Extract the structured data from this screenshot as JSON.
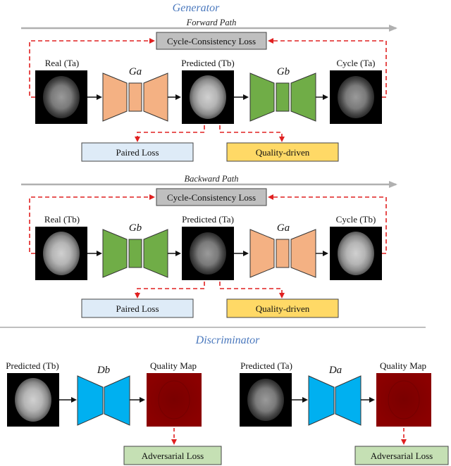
{
  "headers": {
    "generator": "Generator",
    "discriminator": "Discriminator"
  },
  "forward": {
    "path_label": "Forward Path",
    "cycle_loss": "Cycle-Consistency Loss",
    "real_label": "Real (Ta)",
    "pred_label": "Predicted (Tb)",
    "cycle_label": "Cycle (Ta)",
    "gen1": "Ga",
    "gen2": "Gb",
    "paired_loss": "Paired Loss",
    "quality_loss": "Quality-driven"
  },
  "backward": {
    "path_label": "Backward Path",
    "cycle_loss": "Cycle-Consistency Loss",
    "real_label": "Real (Tb)",
    "pred_label": "Predicted (Ta)",
    "cycle_label": "Cycle (Tb)",
    "gen1": "Gb",
    "gen2": "Ga",
    "paired_loss": "Paired Loss",
    "quality_loss": "Quality-driven"
  },
  "disc_left": {
    "pred_label": "Predicted (Tb)",
    "disc": "Db",
    "map_label": "Quality Map",
    "adv_loss": "Adversarial Loss"
  },
  "disc_right": {
    "pred_label": "Predicted (Ta)",
    "disc": "Da",
    "map_label": "Quality Map",
    "adv_loss": "Adversarial Loss"
  },
  "colors": {
    "orange_gen": "#f4b183",
    "green_gen": "#70ad47",
    "blue_disc": "#00b0f0",
    "paired_box": "#deebf7",
    "quality_box": "#ffd966",
    "cycle_box": "#bfbfbf",
    "adv_box": "#c5e0b4",
    "quality_map": "#8b0000",
    "dashed_red": "#e02020",
    "header_blue": "#4a78bd"
  }
}
